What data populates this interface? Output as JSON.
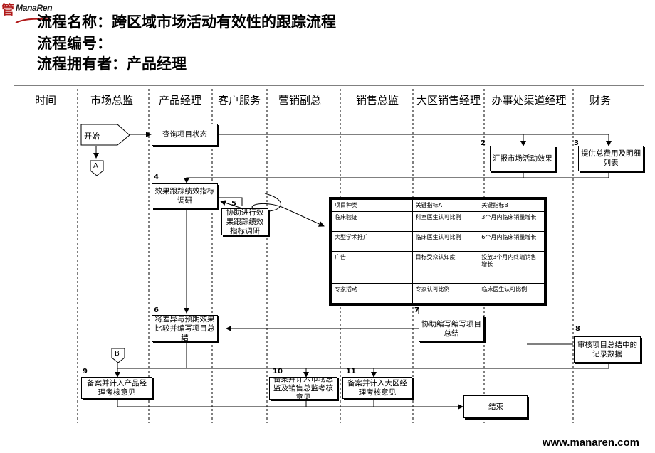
{
  "logo": {
    "seal": "管",
    "brand": "ManaRen"
  },
  "header": {
    "line1": "流程名称：跨区域市场活动有效性的跟踪流程",
    "line2": "流程编号：",
    "line3": "流程拥有者：产品经理"
  },
  "lanes": [
    "时间",
    "市场总监",
    "产品经理",
    "客户服务",
    "营销副总",
    "销售总监",
    "大区销售经理",
    "办事处渠道经理",
    "财务"
  ],
  "nodes": {
    "start": "开始",
    "query_status": "查询项目状态",
    "connector_a": "A",
    "connector_b": "B",
    "report": "汇报市场活动效果",
    "cost": "提供总费用及明细列表",
    "adjust": "效果跟踪绩效指标调研",
    "assist": "协助进行效果跟踪绩效指标调研",
    "compare": "将差异与预期效果比较并编写项目总结",
    "assist_write": "协助编写编写项目总结",
    "audit": "审核项目总结中的记录数据",
    "file_pm": "备案并计入产品经理考核意见",
    "file_dir": "备案并计入市场总监及销售总监考核意见",
    "file_region": "备案并计入大区经理考核意见",
    "end": "结束"
  },
  "step_numbers": {
    "n2": "2",
    "n3": "3",
    "n4": "4",
    "n5": "5",
    "n6": "6",
    "n7": "7",
    "n8": "8",
    "n9": "9",
    "n10": "10",
    "n11": "11"
  },
  "kpi_table": {
    "headers": [
      "项目种类",
      "关键指标A",
      "关键指标B"
    ],
    "rows": [
      [
        "临床验证",
        "科室医生认可比例",
        "3个月内临床销量增长"
      ],
      [
        "大型学术推广",
        "临床医生认可比例",
        "6个月内临床销量增长"
      ],
      [
        "广告",
        "目标受众认知度",
        "投放3个月内终端销售增长"
      ],
      [
        "专家活动",
        "专家认可比例",
        "临床医生认可比例"
      ]
    ]
  },
  "footer": {
    "url": "www.manaren.com"
  }
}
